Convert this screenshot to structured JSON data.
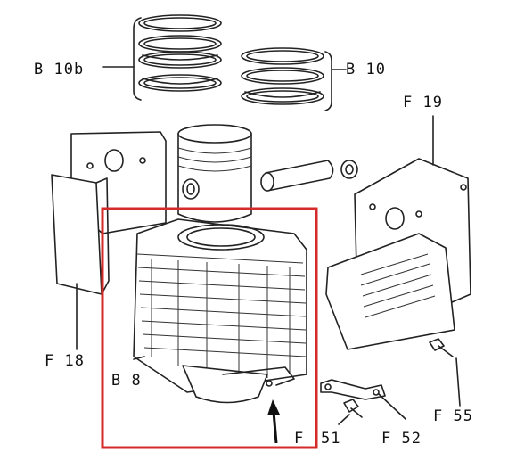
{
  "labels": {
    "b10b": "B 10b",
    "b10": "B 10",
    "f19": "F 19",
    "f18": "F 18",
    "b8": "B 8",
    "f55": "F 55",
    "f": "F",
    "f51": "51",
    "f52": "F 52"
  },
  "highlight": {
    "color": "#d42a2a"
  }
}
